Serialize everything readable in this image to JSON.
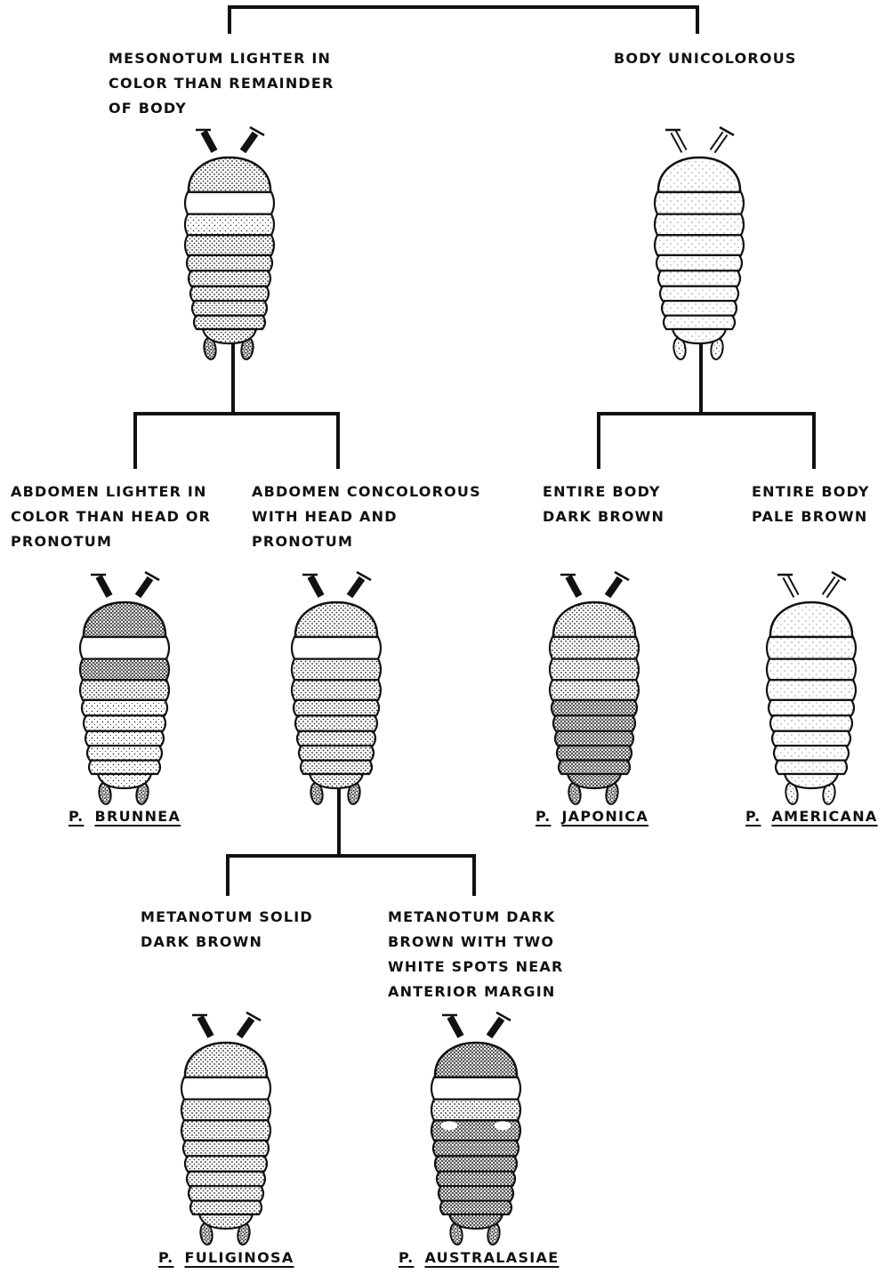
{
  "branches": {
    "mesonotum_lighter": [
      "MESONOTUM LIGHTER IN",
      "COLOR THAN REMAINDER",
      "OF BODY"
    ],
    "body_unicolorous": [
      "BODY UNICOLOROUS"
    ],
    "abdomen_lighter": [
      "ABDOMEN LIGHTER IN",
      "COLOR THAN HEAD OR",
      "PRONOTUM"
    ],
    "abdomen_concolorous": [
      "ABDOMEN CONCOLOROUS",
      "WITH HEAD AND",
      "PRONOTUM"
    ],
    "entire_dark": [
      "ENTIRE BODY",
      "DARK BROWN"
    ],
    "entire_pale": [
      "ENTIRE BODY",
      "PALE BROWN"
    ],
    "metanotum_solid": [
      "METANOTUM SOLID",
      "DARK BROWN"
    ],
    "metanotum_spots": [
      "METANOTUM DARK",
      "BROWN WITH TWO",
      "WHITE SPOTS NEAR",
      "ANTERIOR MARGIN"
    ]
  },
  "species": {
    "brunnea": {
      "genus": "P.",
      "name": "BRUNNEA"
    },
    "japonica": {
      "genus": "P.",
      "name": "JAPONICA"
    },
    "americana": {
      "genus": "P.",
      "name": "AMERICANA"
    },
    "fuliginosa": {
      "genus": "P.",
      "name": "FULIGINOSA"
    },
    "australasiae": {
      "genus": "P.",
      "name": "AUSTRALASIAE"
    }
  },
  "colors": {
    "ink": "#111111",
    "background": "#ffffff"
  }
}
